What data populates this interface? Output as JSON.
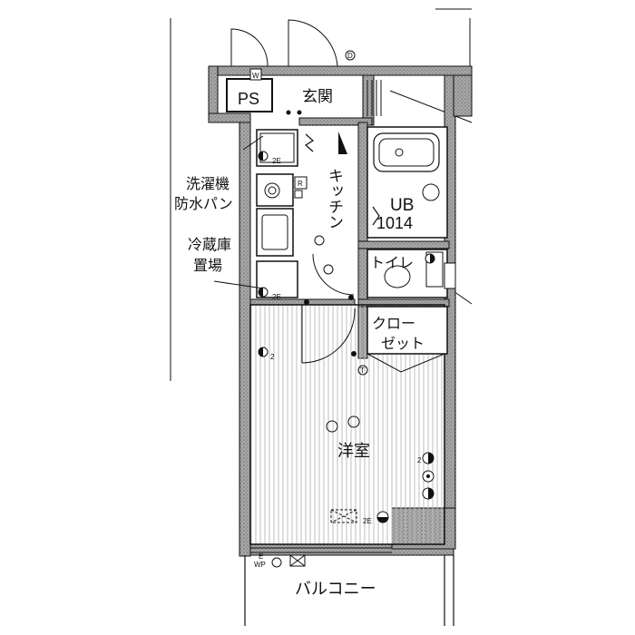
{
  "rooms": {
    "ps": "PS",
    "entrance": "玄関",
    "kitchen": "キッチン",
    "unit_bath": "UB",
    "unit_bath_size": "1014",
    "toilet": "トイレ",
    "closet_line1": "クロー",
    "closet_line2": "ゼット",
    "western_room": "洋室",
    "balcony": "バルコニー"
  },
  "annotations": {
    "washer_line1": "洗濯機",
    "washer_line2": "防水パン",
    "fridge_line1": "冷蔵庫",
    "fridge_line2": "置場"
  },
  "symbols": {
    "w": "W",
    "d": "D",
    "r": "R",
    "t": "T",
    "e": "E",
    "wp": "WP",
    "outlet_2e": "2E",
    "outlet_2": "2"
  },
  "colors": {
    "wall": "#9a9a9a",
    "line": "#111111",
    "floor_hatch": "#c8c8c8",
    "background": "#ffffff"
  }
}
